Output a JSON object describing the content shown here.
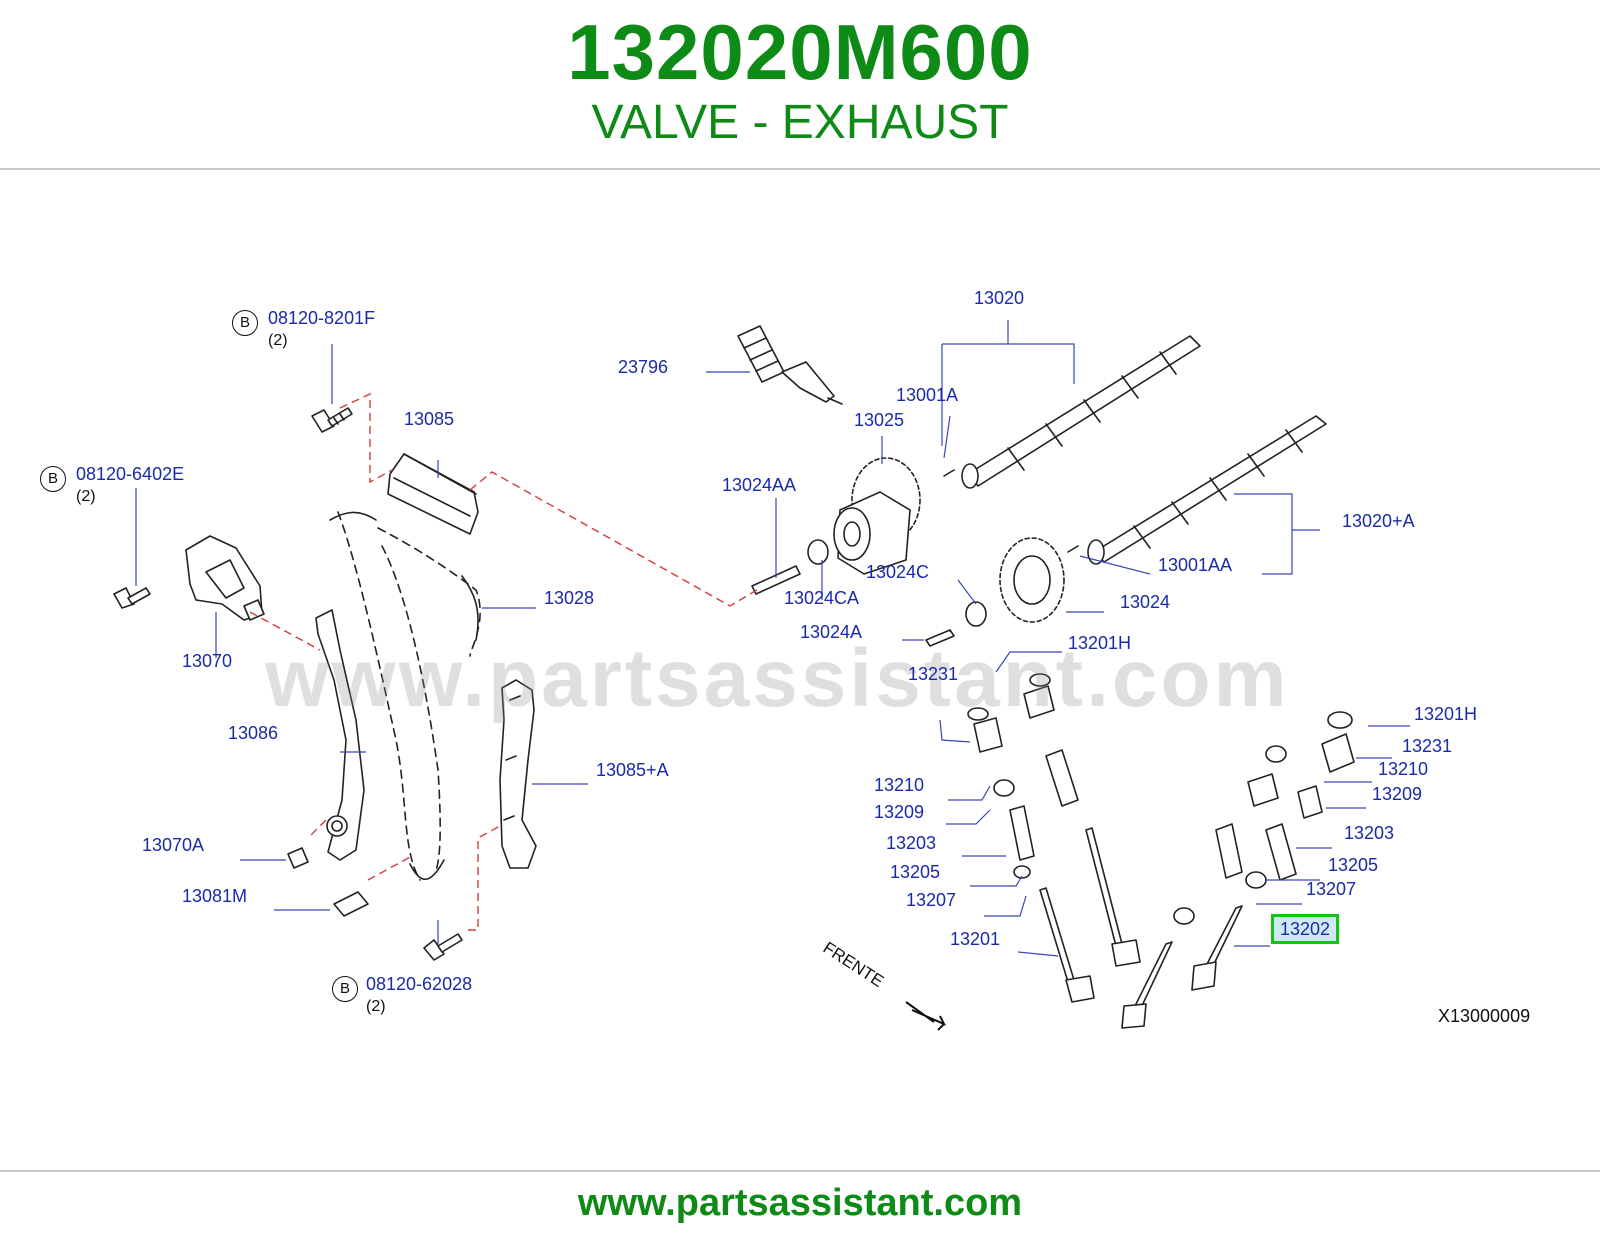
{
  "header": {
    "part_number": "132020M600",
    "part_name": "VALVE - EXHAUST"
  },
  "diagram": {
    "watermark": "www.partsassistant.com",
    "reference_code": "X13000009",
    "direction_label": "FRENTE",
    "bolt_marker": "B",
    "quantity_label": "(2)",
    "highlighted_part": "13202",
    "labels": {
      "bolt_8201F": "08120-8201F",
      "bolt_6402E": "08120-6402E",
      "bolt_62028": "08120-62028",
      "p23796": "23796",
      "p13085": "13085",
      "p13020": "13020",
      "p13001A": "13001A",
      "p13025": "13025",
      "p13024AA": "13024AA",
      "p13020A": "13020+A",
      "p13001AA": "13001AA",
      "p13024C": "13024C",
      "p13024CA": "13024CA",
      "p13024": "13024",
      "p13024A": "13024A",
      "p13028": "13028",
      "p13070": "13070",
      "p13201H_a": "13201H",
      "p13231_a": "13231",
      "p13086": "13086",
      "p13085A": "13085+A",
      "p13201H_b": "13201H",
      "p13231_b": "13231",
      "p13210_a": "13210",
      "p13210_b": "13210",
      "p13209_a": "13209",
      "p13209_b": "13209",
      "p13203_a": "13203",
      "p13203_b": "13203",
      "p13205_a": "13205",
      "p13205_b": "13205",
      "p13207_a": "13207",
      "p13207_b": "13207",
      "p13070A": "13070A",
      "p13081M": "13081M",
      "p13201": "13201",
      "p13202": "13202"
    }
  },
  "footer": {
    "url": "www.partsassistant.com"
  },
  "colors": {
    "brand_green": "#0e8a16",
    "label_blue": "#1a2aa8",
    "leader_red": "#d23c3c",
    "highlight_border": "#16c416",
    "highlight_fill": "#cfe9f2"
  }
}
